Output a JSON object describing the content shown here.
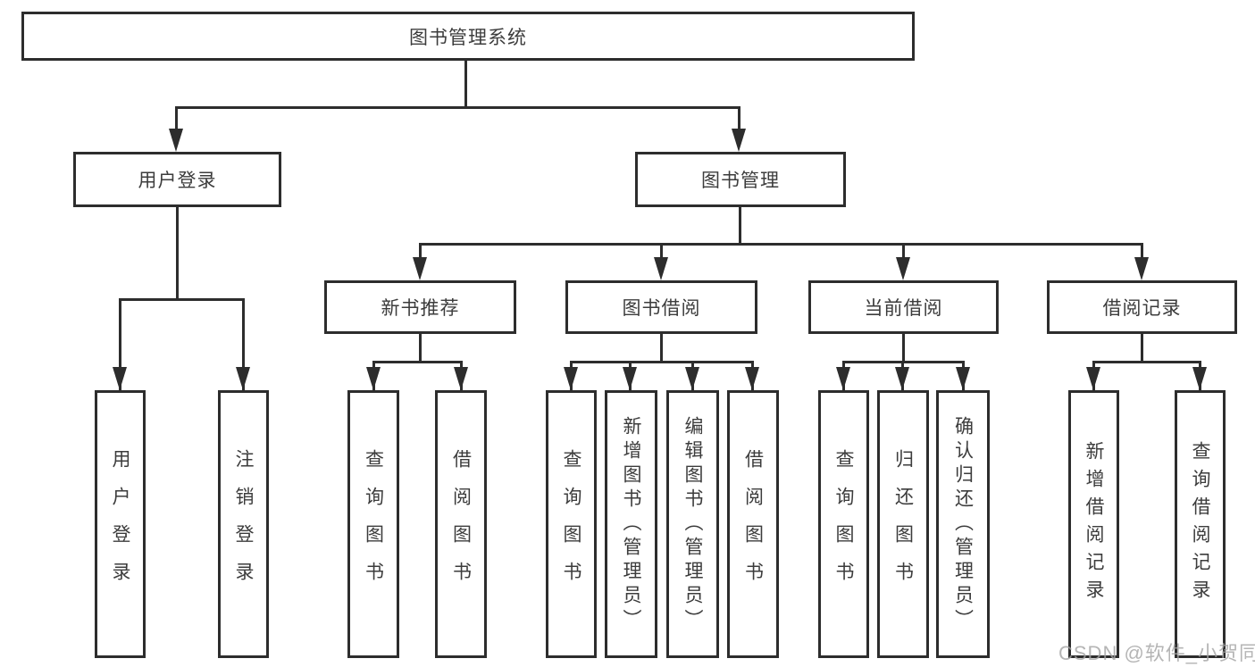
{
  "tree": {
    "title": "图书管理系统",
    "children": [
      {
        "label": "用户登录",
        "children": [
          {
            "label": "用户登录"
          },
          {
            "label": "注销登录"
          }
        ]
      },
      {
        "label": "图书管理",
        "children": [
          {
            "label": "新书推荐",
            "children": [
              {
                "label": "查询图书"
              },
              {
                "label": "借阅图书"
              }
            ]
          },
          {
            "label": "图书借阅",
            "children": [
              {
                "label": "查询图书"
              },
              {
                "label": "新增图书（管理员）"
              },
              {
                "label": "编辑图书（管理员）"
              },
              {
                "label": "借阅图书"
              }
            ]
          },
          {
            "label": "当前借阅",
            "children": [
              {
                "label": "查询图书"
              },
              {
                "label": "归还图书"
              },
              {
                "label": "确认归还（管理员）"
              }
            ]
          },
          {
            "label": "借阅记录",
            "children": [
              {
                "label": "新增借阅记录"
              },
              {
                "label": "查询借阅记录"
              }
            ]
          }
        ]
      }
    ]
  },
  "watermark": {
    "text": "CSDN @软件_小贺同学"
  },
  "colors": {
    "line": "#2d2d2d",
    "text": "#3c3c3c",
    "background": "#ffffff",
    "watermark": "#a2a2a2"
  }
}
